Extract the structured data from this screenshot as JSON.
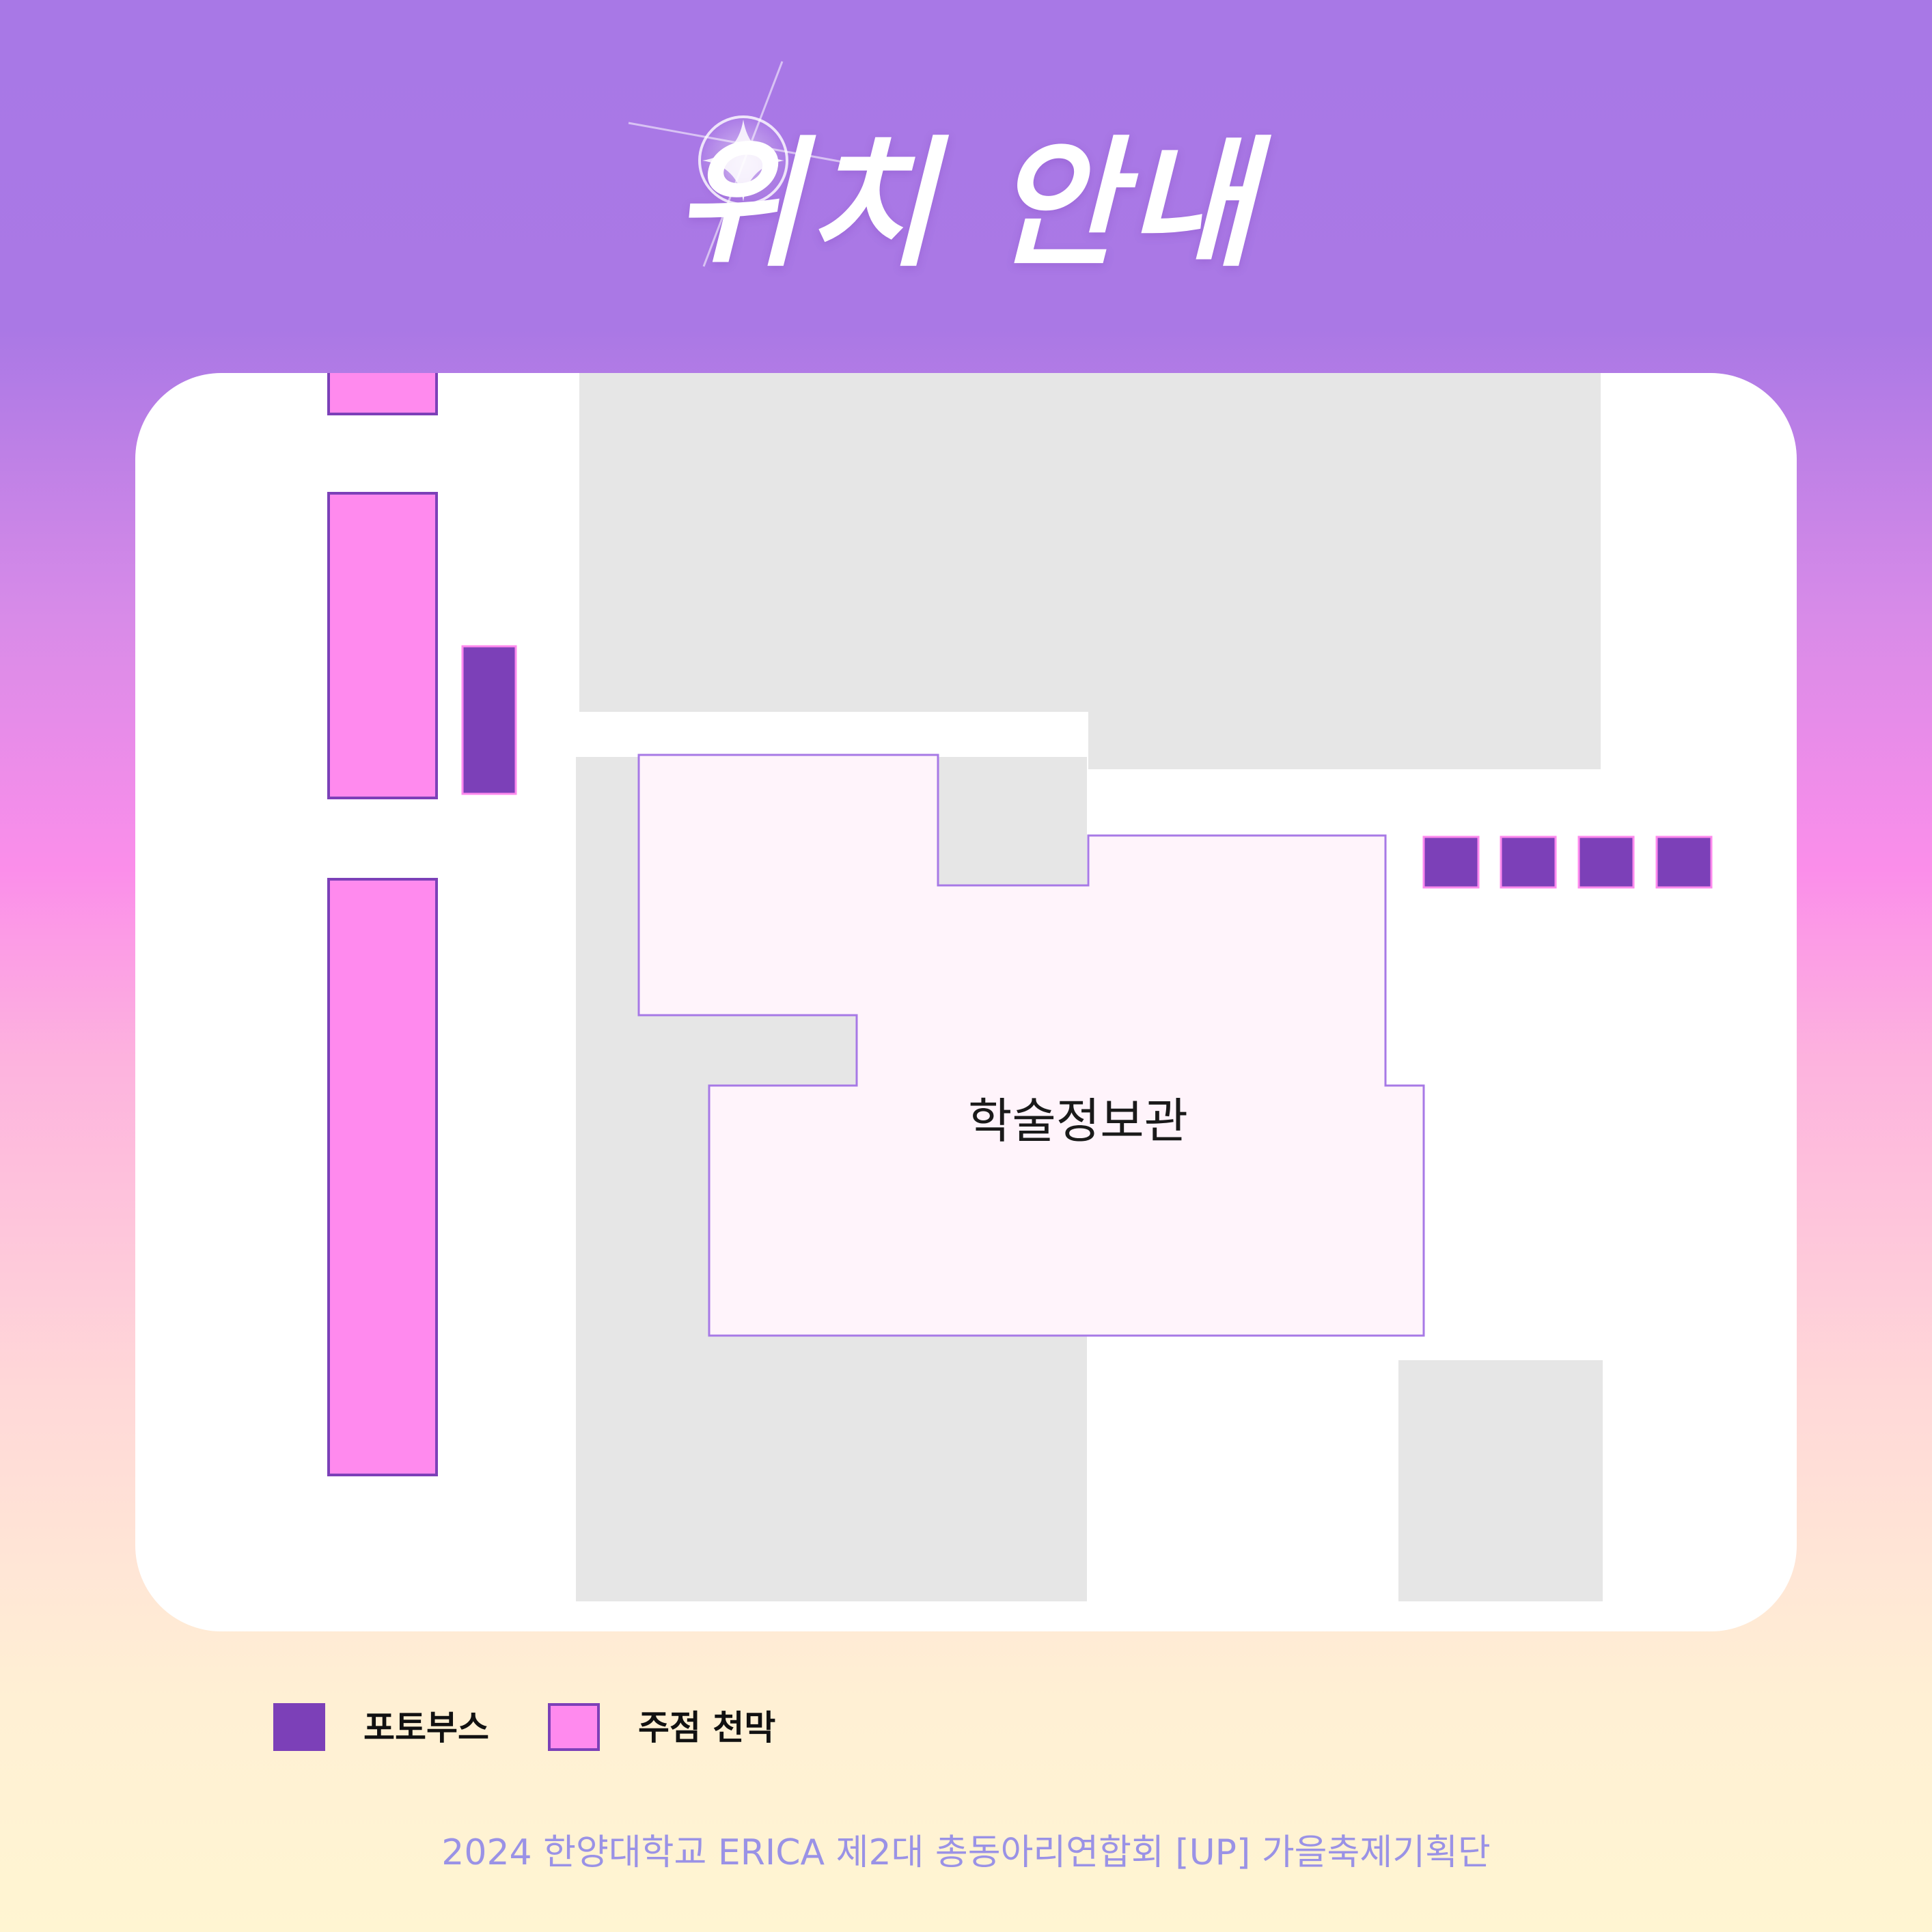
{
  "header": {
    "title": "위치 안내"
  },
  "map": {
    "building_label": "학술정보관",
    "colors": {
      "photo_booth": "#7c40b8",
      "tent": "#ff8aee",
      "tent_border": "#7c40b8",
      "building_fill": "#fff4fb",
      "building_border": "#a779e6",
      "block": "#e6e6e6"
    }
  },
  "legend": {
    "items": [
      {
        "label": "포토부스",
        "swatch": "photo-booth"
      },
      {
        "label": "주점 천막",
        "swatch": "tent"
      }
    ]
  },
  "footer": {
    "text": "2024 한양대학교 ERICA 제2대 총동아리연합회 [UP] 가을축제기획단"
  }
}
